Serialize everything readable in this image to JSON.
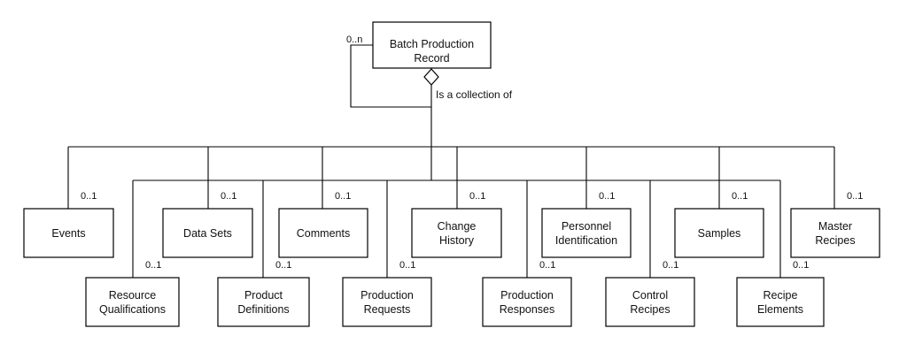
{
  "root": {
    "label": [
      "Batch Production",
      "Record"
    ],
    "multiplicity": "0..n",
    "relation": "Is a collection of"
  },
  "children": [
    {
      "id": "events",
      "label": [
        "Events"
      ],
      "multiplicity": "0..1"
    },
    {
      "id": "resource-qualifications",
      "label": [
        "Resource",
        "Qualifications"
      ],
      "multiplicity": "0..1"
    },
    {
      "id": "data-sets",
      "label": [
        "Data Sets"
      ],
      "multiplicity": "0..1"
    },
    {
      "id": "product-definitions",
      "label": [
        "Product",
        "Definitions"
      ],
      "multiplicity": "0..1"
    },
    {
      "id": "comments",
      "label": [
        "Comments"
      ],
      "multiplicity": "0..1"
    },
    {
      "id": "production-requests",
      "label": [
        "Production",
        "Requests"
      ],
      "multiplicity": "0..1"
    },
    {
      "id": "change-history",
      "label": [
        "Change",
        "History"
      ],
      "multiplicity": "0..1"
    },
    {
      "id": "production-responses",
      "label": [
        "Production",
        "Responses"
      ],
      "multiplicity": "0..1"
    },
    {
      "id": "personnel-identification",
      "label": [
        "Personnel",
        "Identification"
      ],
      "multiplicity": "0..1"
    },
    {
      "id": "control-recipes",
      "label": [
        "Control",
        "Recipes"
      ],
      "multiplicity": "0..1"
    },
    {
      "id": "samples",
      "label": [
        "Samples"
      ],
      "multiplicity": "0..1"
    },
    {
      "id": "recipe-elements",
      "label": [
        "Recipe",
        "Elements"
      ],
      "multiplicity": "0..1"
    },
    {
      "id": "master-recipes",
      "label": [
        "Master",
        "Recipes"
      ],
      "multiplicity": "0..1"
    }
  ]
}
